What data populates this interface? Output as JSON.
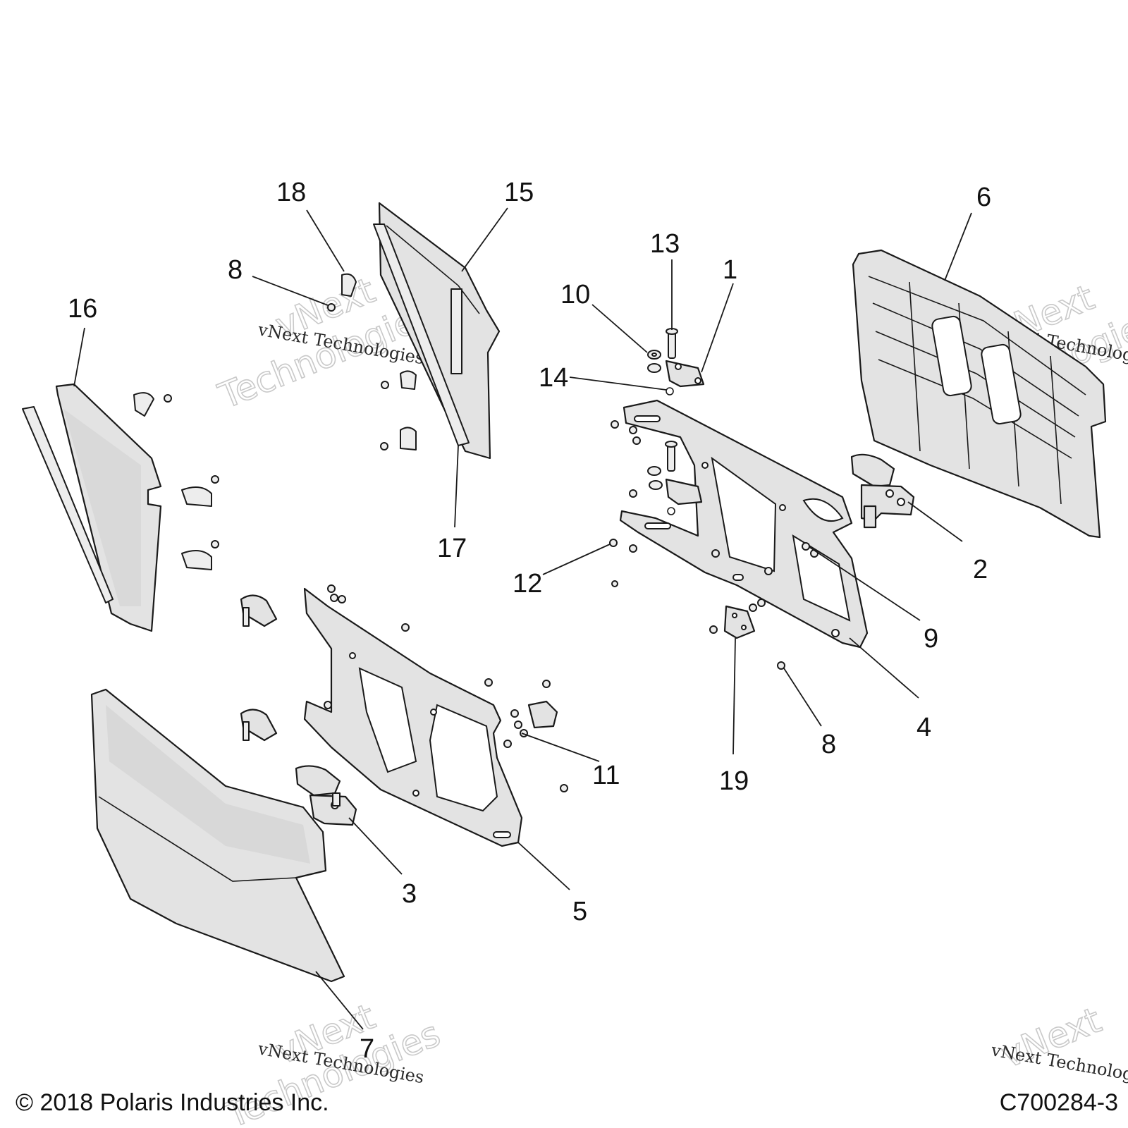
{
  "callouts": [
    "1",
    "2",
    "3",
    "4",
    "5",
    "6",
    "7",
    "8",
    "8",
    "9",
    "10",
    "11",
    "12",
    "13",
    "14",
    "15",
    "16",
    "17",
    "18",
    "19"
  ],
  "watermark": {
    "line1": "vNext Technologies",
    "word1": "vNext",
    "word2": "Technologies"
  },
  "footer": {
    "copyright": "© 2018 Polaris Industries Inc.",
    "figure_id": "C700284-3"
  },
  "colors": {
    "line": "#1a1a1a",
    "part_fill": "#e3e3e3",
    "watermark": "#c9c9c9"
  }
}
